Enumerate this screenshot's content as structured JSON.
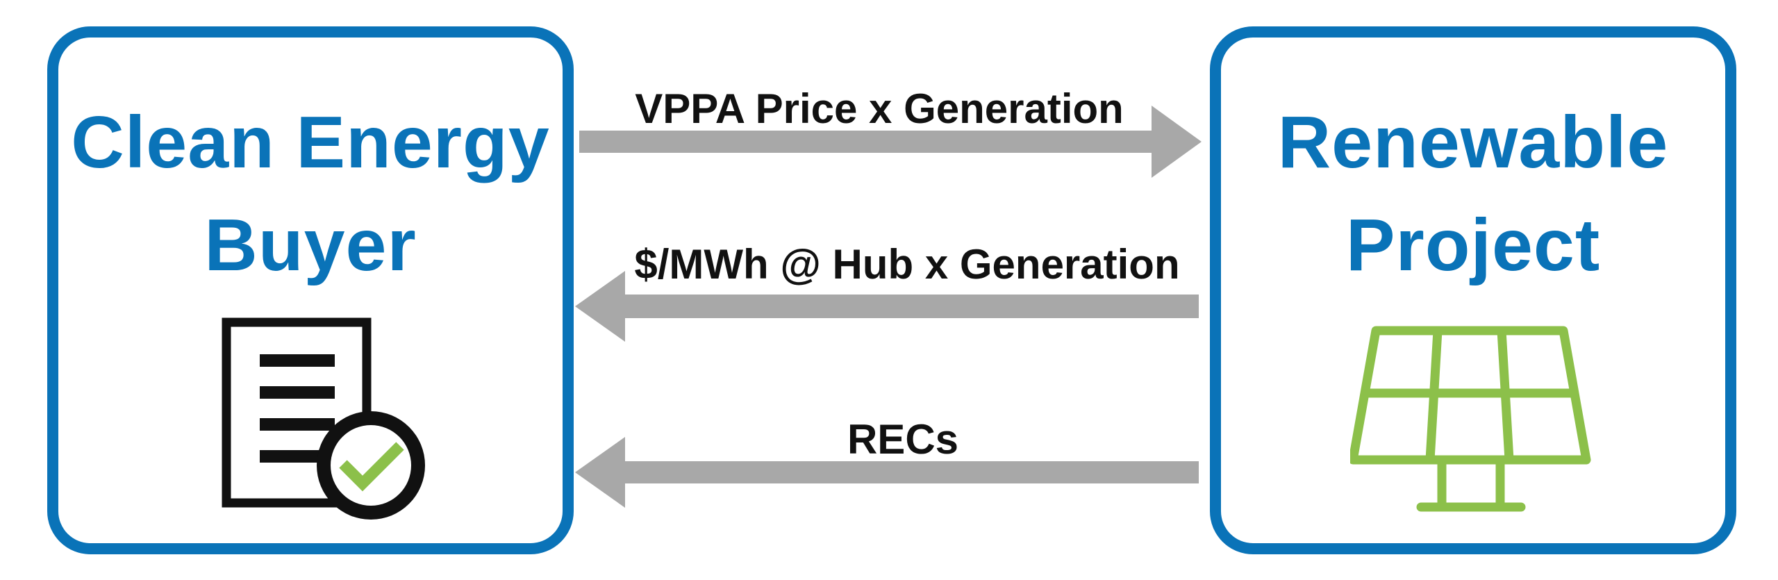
{
  "left_box": {
    "title_line1": "Clean Energy",
    "title_line2": "Buyer",
    "icon": "contract-document-check-icon"
  },
  "right_box": {
    "title_line1": "Renewable",
    "title_line2": "Project",
    "icon": "solar-panel-icon"
  },
  "flows": [
    {
      "label": "VPPA Price x Generation",
      "direction": "left-to-right"
    },
    {
      "label": "$/MWh @ Hub x Generation",
      "direction": "right-to-left"
    },
    {
      "label": "RECs",
      "direction": "right-to-left"
    }
  ],
  "colors": {
    "box_border": "#0a73b8",
    "title_text": "#0a73b8",
    "arrow": "#a8a8a8",
    "label_text": "#111111",
    "document": "#111111",
    "check": "#8cc04a",
    "solar": "#8cc04a"
  }
}
